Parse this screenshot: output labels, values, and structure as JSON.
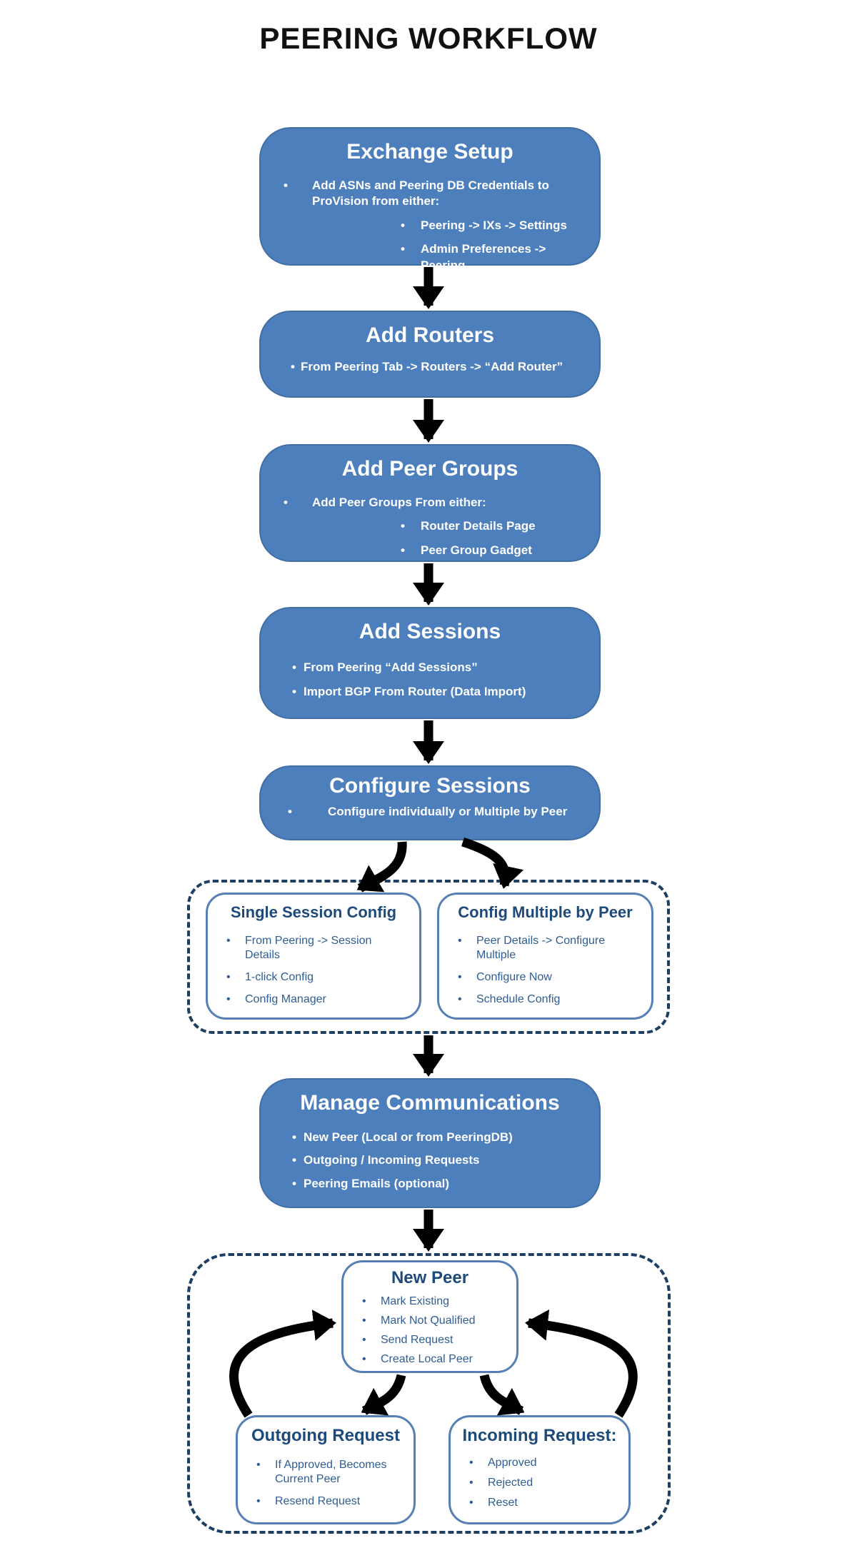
{
  "page_title": "PEERING WORKFLOW",
  "colors": {
    "box_fill_blue": "#4d7fbd",
    "box_border_blue": "#426fa3",
    "panel_border": "#567fb4",
    "panel_title_text": "#1e4a7a",
    "panel_body_text": "#2e5d94",
    "dashed_border": "#1d4062",
    "arrow": "#000000",
    "box_text": "#ffffff",
    "title_text": "#111111"
  },
  "flow": {
    "exchange_setup": {
      "title": "Exchange Setup",
      "bullets": [
        "Add ASNs and Peering DB Credentials to ProVision from either:"
      ],
      "sub_bullets": [
        "Peering -> IXs -> Settings",
        "Admin Preferences -> Peering"
      ]
    },
    "add_routers": {
      "title": "Add Routers",
      "bullets": [
        "From Peering Tab -> Routers -> “Add Router”"
      ]
    },
    "add_peer_groups": {
      "title": "Add Peer Groups",
      "bullets": [
        "Add Peer Groups From either:"
      ],
      "sub_bullets": [
        "Router Details Page",
        "Peer Group Gadget"
      ]
    },
    "add_sessions": {
      "title": "Add Sessions",
      "bullets": [
        "From  Peering “Add Sessions”",
        "Import BGP From Router (Data Import)"
      ]
    },
    "configure_sessions": {
      "title": "Configure Sessions",
      "bullets": [
        "Configure individually or Multiple by Peer"
      ]
    },
    "single_session_config": {
      "title": "Single Session Config",
      "bullets": [
        "From Peering -> Session Details",
        "1-click Config",
        "Config Manager"
      ]
    },
    "config_multiple_by_peer": {
      "title": "Config Multiple by Peer",
      "bullets": [
        "Peer Details -> Configure Multiple",
        "Configure Now",
        "Schedule Config"
      ]
    },
    "manage_communications": {
      "title": "Manage Communications",
      "bullets": [
        "New Peer (Local or from PeeringDB)",
        "Outgoing / Incoming Requests",
        "Peering Emails (optional)"
      ]
    },
    "new_peer": {
      "title": "New Peer",
      "bullets": [
        "Mark Existing",
        "Mark Not Qualified",
        "Send Request",
        "Create Local Peer"
      ]
    },
    "outgoing_request": {
      "title": "Outgoing Request",
      "bullets": [
        "If Approved, Becomes Current Peer",
        "Resend Request"
      ]
    },
    "incoming_request": {
      "title": "Incoming Request:",
      "bullets": [
        "Approved",
        "Rejected",
        "Reset"
      ]
    }
  }
}
